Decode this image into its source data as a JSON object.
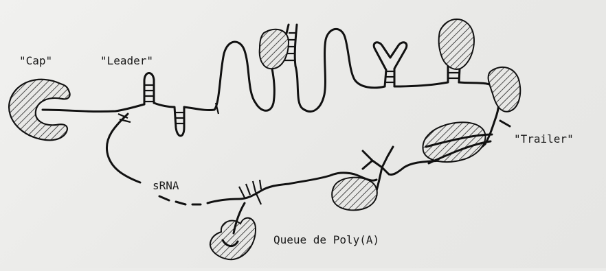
{
  "labels": {
    "cap": "\"Cap\"",
    "leader": "\"Leader\"",
    "trailer": "\"Trailer\"",
    "srna": "sRNA",
    "polya": "Queue de Poly(A)"
  },
  "colors": {
    "ink": "#111111",
    "paper": "#ececea"
  }
}
